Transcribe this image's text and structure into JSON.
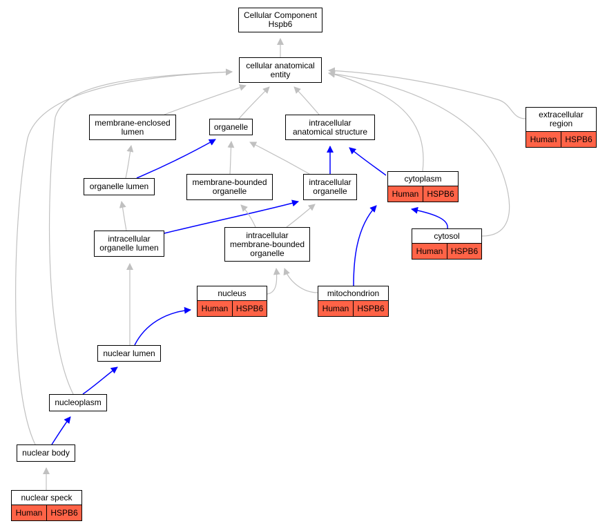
{
  "colors": {
    "is_a_edge": "#c0c0c0",
    "part_of_edge": "#0000ff",
    "annotation_fill": "#ff6347",
    "node_border": "#000000",
    "background": "#ffffff"
  },
  "nodes": [
    {
      "id": "root",
      "label": "Cellular Component\nHspb6"
    },
    {
      "id": "cae",
      "label": "cellular anatomical\nentity"
    },
    {
      "id": "mel",
      "label": "membrane-enclosed\nlumen"
    },
    {
      "id": "organelle",
      "label": "organelle"
    },
    {
      "id": "ias",
      "label": "intracellular\nanatomical structure"
    },
    {
      "id": "ecr",
      "label": "extracellular\nregion",
      "annotation": {
        "species": "Human",
        "gene": "HSPB6"
      }
    },
    {
      "id": "ol",
      "label": "organelle lumen"
    },
    {
      "id": "mbo",
      "label": "membrane-bounded\norganelle"
    },
    {
      "id": "io",
      "label": "intracellular\norganelle"
    },
    {
      "id": "cytoplasm",
      "label": "cytoplasm",
      "annotation": {
        "species": "Human",
        "gene": "HSPB6"
      }
    },
    {
      "id": "iol",
      "label": "intracellular\norganelle lumen"
    },
    {
      "id": "imbo",
      "label": "intracellular\nmembrane-bounded\norganelle"
    },
    {
      "id": "cytosol",
      "label": "cytosol",
      "annotation": {
        "species": "Human",
        "gene": "HSPB6"
      }
    },
    {
      "id": "nucleus",
      "label": "nucleus",
      "annotation": {
        "species": "Human",
        "gene": "HSPB6"
      }
    },
    {
      "id": "mito",
      "label": "mitochondrion",
      "annotation": {
        "species": "Human",
        "gene": "HSPB6"
      }
    },
    {
      "id": "nl",
      "label": "nuclear lumen"
    },
    {
      "id": "np",
      "label": "nucleoplasm"
    },
    {
      "id": "nb",
      "label": "nuclear body"
    },
    {
      "id": "ns",
      "label": "nuclear speck",
      "annotation": {
        "species": "Human",
        "gene": "HSPB6"
      }
    }
  ],
  "edges": [
    {
      "from": "cae",
      "to": "root",
      "type": "is_a"
    },
    {
      "from": "mel",
      "to": "cae",
      "type": "is_a"
    },
    {
      "from": "organelle",
      "to": "cae",
      "type": "is_a"
    },
    {
      "from": "ias",
      "to": "cae",
      "type": "is_a"
    },
    {
      "from": "ecr",
      "to": "cae",
      "type": "is_a"
    },
    {
      "from": "cytoplasm",
      "to": "cae",
      "type": "is_a"
    },
    {
      "from": "cytosol",
      "to": "cae",
      "type": "is_a"
    },
    {
      "from": "np",
      "to": "cae",
      "type": "is_a"
    },
    {
      "from": "nb",
      "to": "cae",
      "type": "is_a"
    },
    {
      "from": "ol",
      "to": "mel",
      "type": "is_a"
    },
    {
      "from": "ol",
      "to": "organelle",
      "type": "part_of"
    },
    {
      "from": "mbo",
      "to": "organelle",
      "type": "is_a"
    },
    {
      "from": "io",
      "to": "organelle",
      "type": "is_a"
    },
    {
      "from": "io",
      "to": "ias",
      "type": "part_of"
    },
    {
      "from": "cytoplasm",
      "to": "ias",
      "type": "part_of"
    },
    {
      "from": "iol",
      "to": "ol",
      "type": "is_a"
    },
    {
      "from": "iol",
      "to": "io",
      "type": "part_of"
    },
    {
      "from": "imbo",
      "to": "mbo",
      "type": "is_a"
    },
    {
      "from": "imbo",
      "to": "io",
      "type": "is_a"
    },
    {
      "from": "cytosol",
      "to": "cytoplasm",
      "type": "part_of"
    },
    {
      "from": "mito",
      "to": "cytoplasm",
      "type": "part_of"
    },
    {
      "from": "nucleus",
      "to": "imbo",
      "type": "is_a"
    },
    {
      "from": "mito",
      "to": "imbo",
      "type": "is_a"
    },
    {
      "from": "nl",
      "to": "iol",
      "type": "is_a"
    },
    {
      "from": "nl",
      "to": "nucleus",
      "type": "part_of"
    },
    {
      "from": "np",
      "to": "nl",
      "type": "part_of"
    },
    {
      "from": "nb",
      "to": "np",
      "type": "part_of"
    },
    {
      "from": "ns",
      "to": "nb",
      "type": "is_a"
    }
  ]
}
